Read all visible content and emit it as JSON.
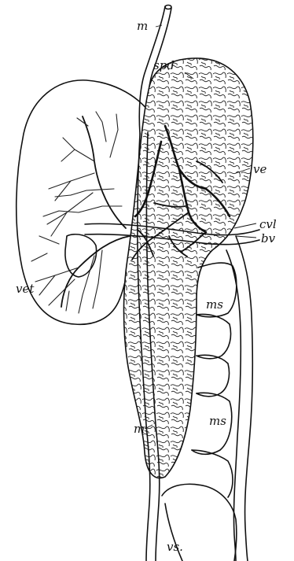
{
  "labels": {
    "m_top": "m",
    "spd": "spd",
    "ve": "ve",
    "cvl": "cvl",
    "bv": "bv",
    "vet": "vet",
    "ms_upper": "ms",
    "ms_lower": "ms",
    "m_bottom": "m",
    "vs": "vs."
  }
}
